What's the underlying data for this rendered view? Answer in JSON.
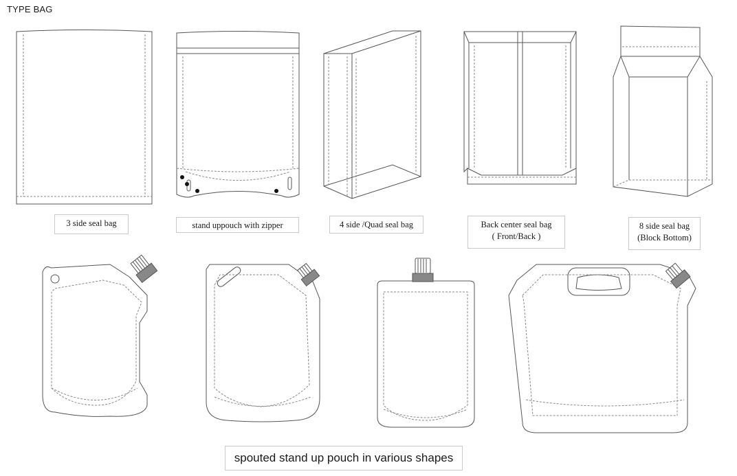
{
  "header": {
    "title": "TYPE BAG"
  },
  "bag_types": [
    {
      "label": "3 side seal bag",
      "label_line2": ""
    },
    {
      "label": "stand uppouch with zipper",
      "label_line2": ""
    },
    {
      "label": "4 side /Quad seal bag",
      "label_line2": ""
    },
    {
      "label": "Back center seal bag",
      "label_line2": "( Front/Back )"
    },
    {
      "label": "8 side seal bag",
      "label_line2": "(Block Bottom)"
    }
  ],
  "spouted_caption": "spouted stand up pouch in various shapes",
  "colors": {
    "line": "#555555",
    "dash": "#8a8a8a",
    "spout": "#6e6e6e",
    "watermark": "#e6f1e6"
  }
}
